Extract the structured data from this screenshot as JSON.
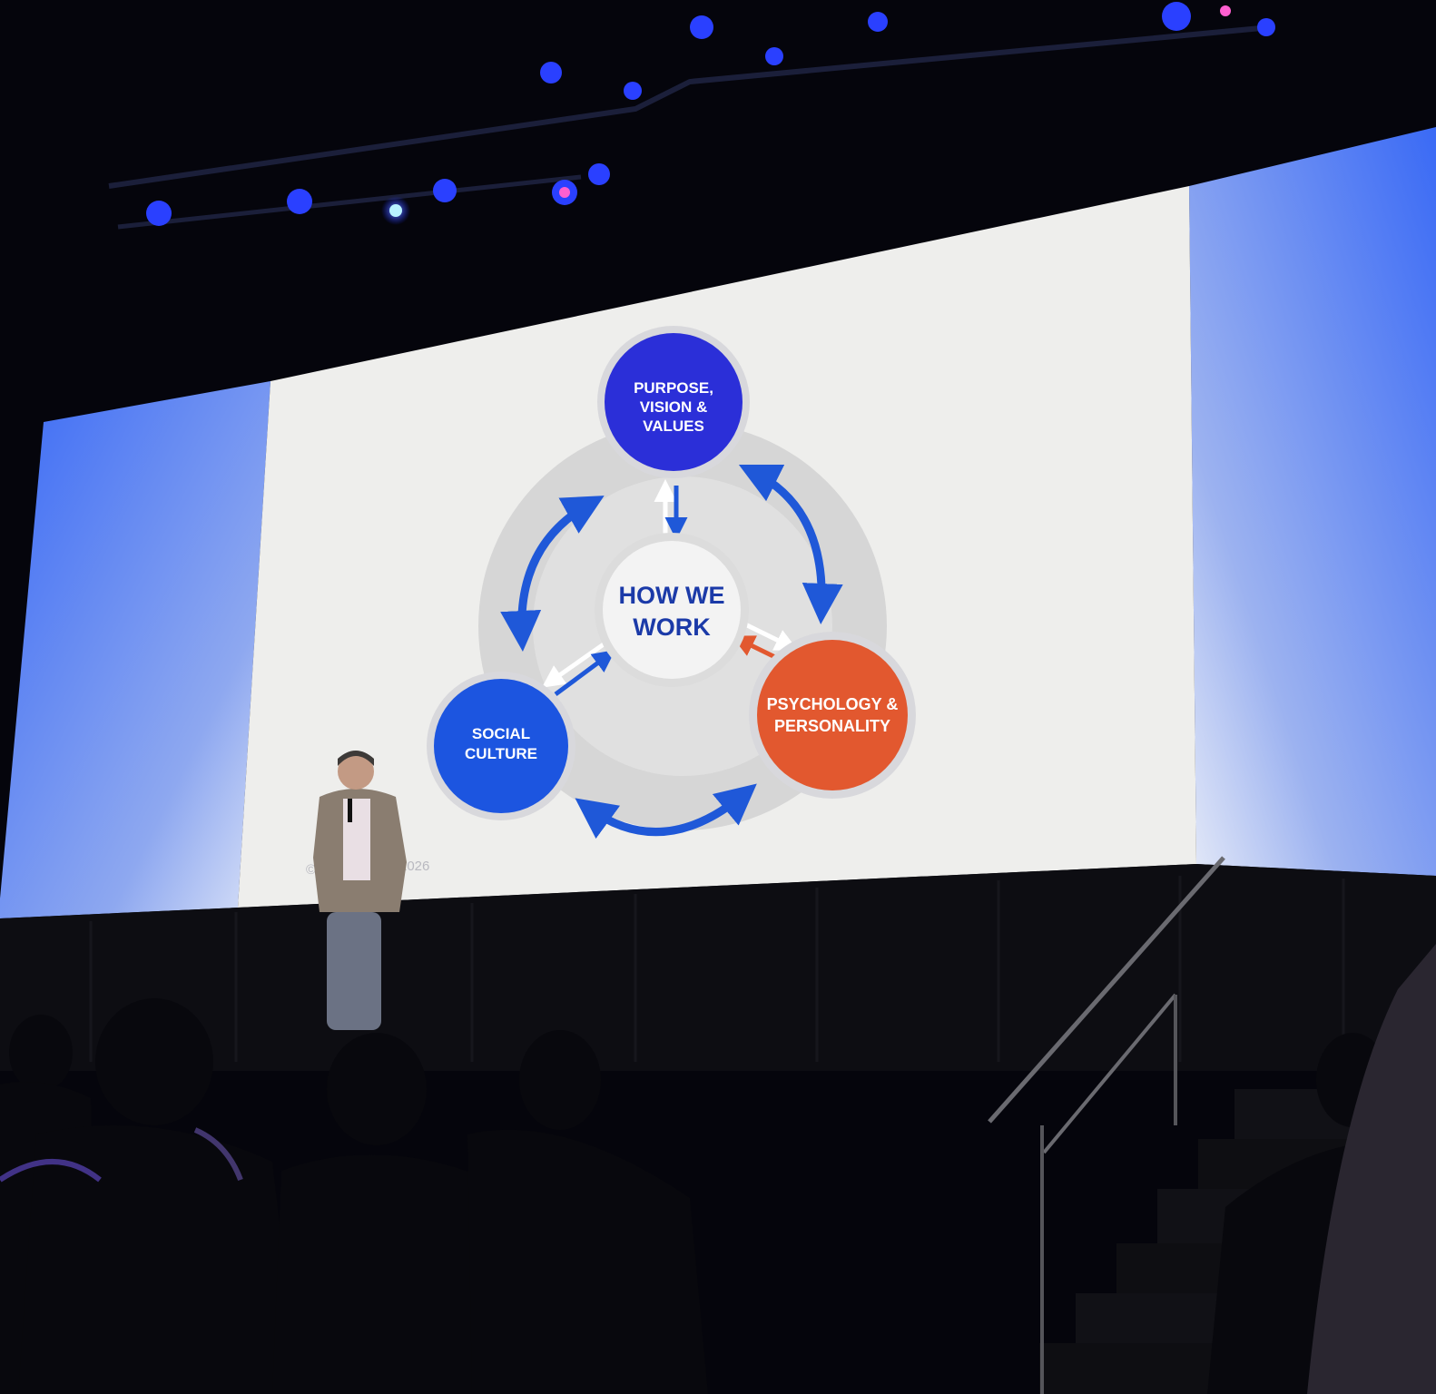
{
  "slide": {
    "center_label_line1": "HOW WE",
    "center_label_line2": "WORK",
    "top_circle": {
      "line1": "PURPOSE,",
      "line2": "VISION &",
      "line3": "VALUES"
    },
    "left_circle": {
      "line1": "SOCIAL",
      "line2": "CULTURE"
    },
    "right_circle": {
      "line1": "PSYCHOLOGY &",
      "line2": "PERSONALITY"
    },
    "copyright_partial_left": "© ",
    "copyright_partial_right": "2026"
  },
  "colors": {
    "top_circle": "#2b2fd8",
    "left_circle": "#1c55e0",
    "right_circle": "#e2582f",
    "arrow_blue": "#1f58d8",
    "side_panel_blue": "#2f5ef0",
    "screen_bg": "#eeeeec"
  }
}
